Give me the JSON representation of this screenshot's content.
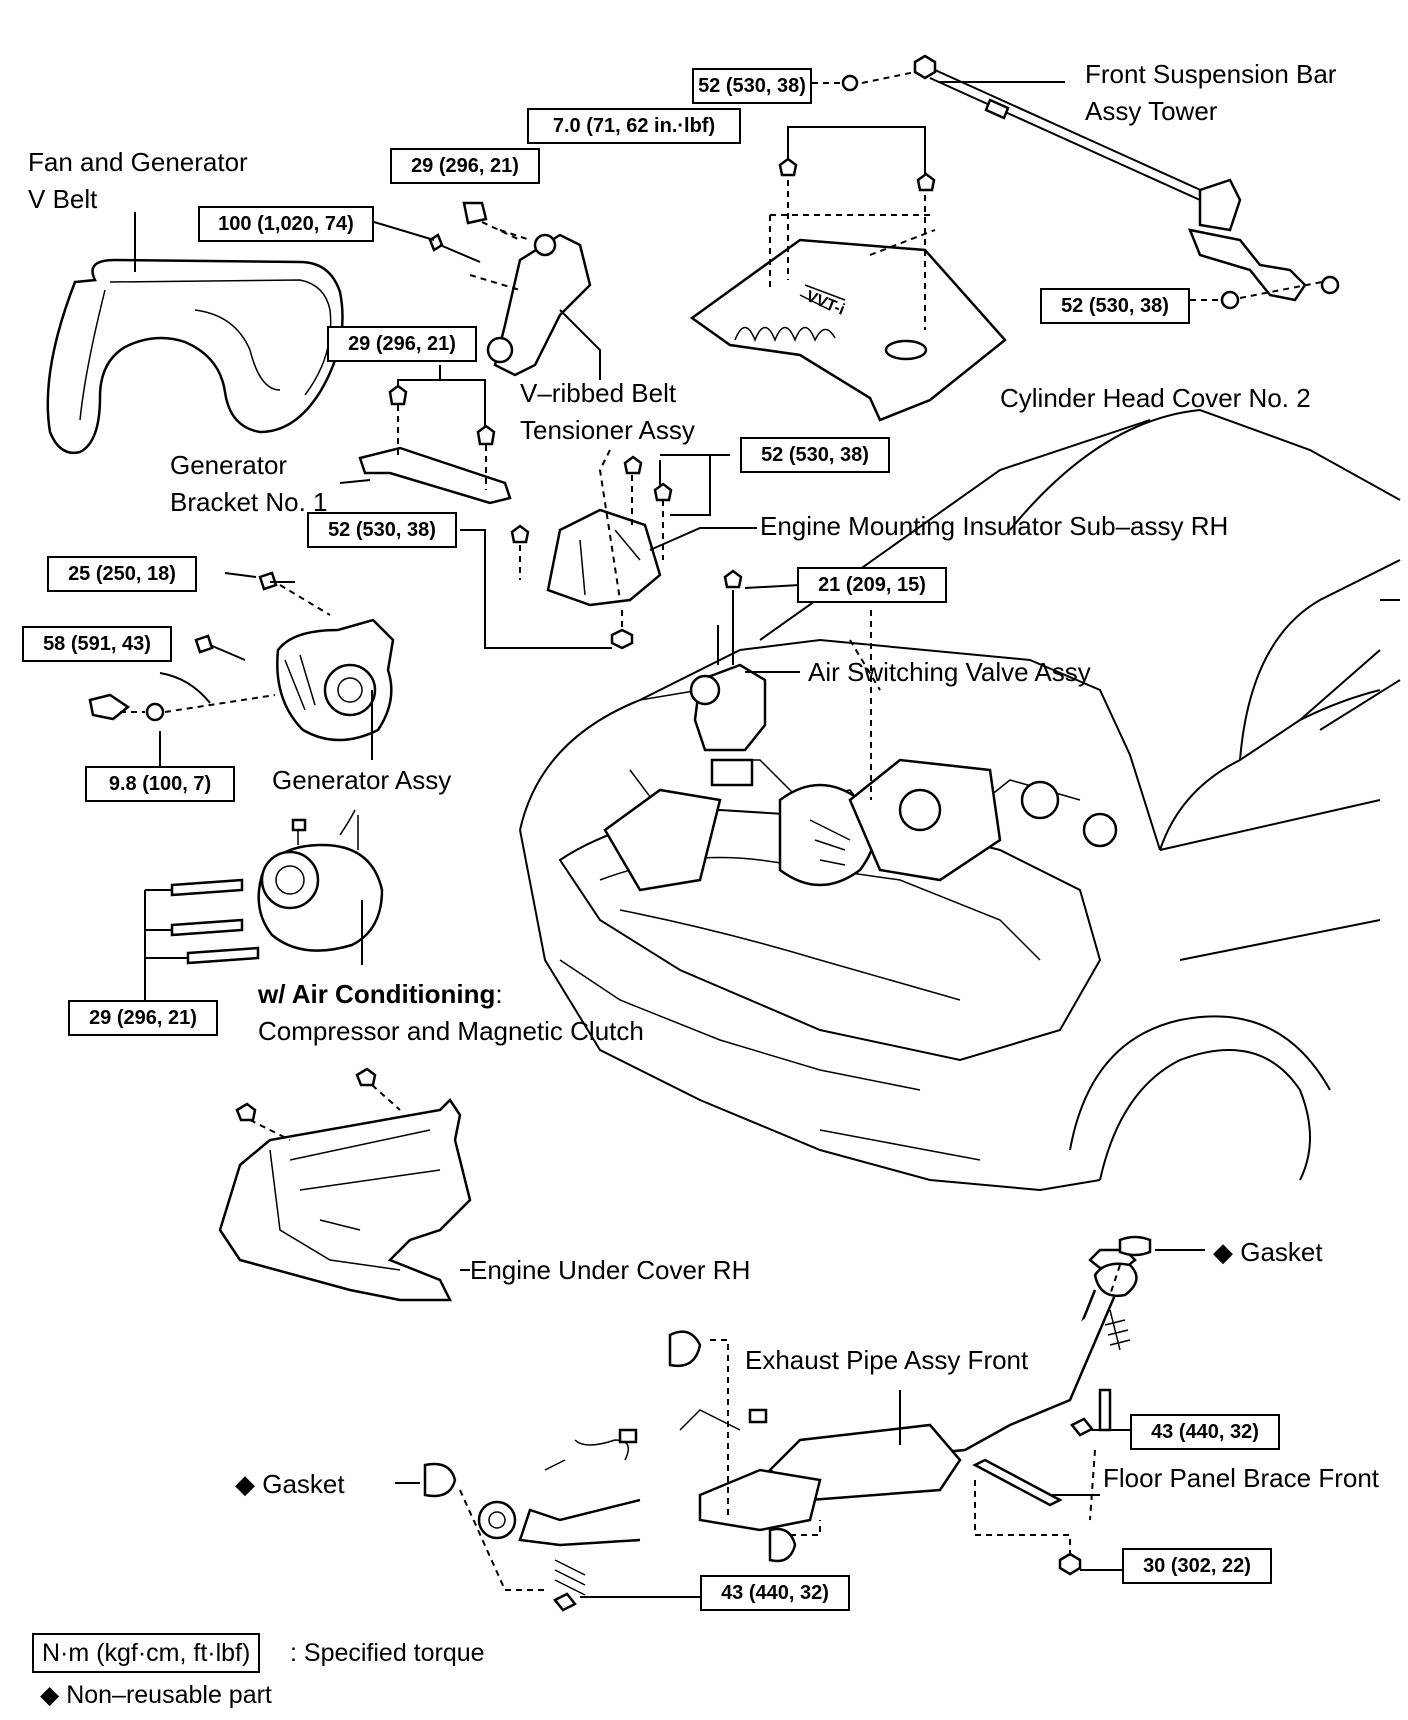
{
  "part_labels": {
    "front_suspension_bar_line1": "Front Suspension Bar",
    "front_suspension_bar_line2": "Assy Tower",
    "fan_generator_belt_line1": "Fan and Generator",
    "fan_generator_belt_line2": "V Belt",
    "v_ribbed_tensioner_line1": "V–ribbed Belt",
    "v_ribbed_tensioner_line2": "Tensioner Assy",
    "cylinder_head_cover": "Cylinder Head Cover No. 2",
    "generator_bracket_line1": "Generator",
    "generator_bracket_line2": "Bracket No. 1",
    "engine_mounting_insulator": "Engine Mounting Insulator Sub–assy RH",
    "air_switching_valve": "Air Switching Valve Assy",
    "generator_assy": "Generator Assy",
    "ac_prefix": "w/ Air Conditioning",
    "ac_colon": ":",
    "compressor_clutch": "Compressor and Magnetic Clutch",
    "engine_under_cover": "Engine Under Cover RH",
    "gasket_top": "Gasket",
    "gasket_left": "Gasket",
    "exhaust_pipe_front": "Exhaust Pipe Assy Front",
    "floor_panel_brace": "Floor Panel Brace Front"
  },
  "torque_specs": {
    "suspension_top": "52 (530, 38)",
    "head_cover_bolts": "7.0 (71, 62 in.·lbf)",
    "tensioner_nut": "29 (296, 21)",
    "tensioner_bolt": "100 (1,020, 74)",
    "bracket_bolts": "29 (296, 21)",
    "suspension_bottom": "52 (530, 38)",
    "mount_upper": "52 (530, 38)",
    "mount_lower": "52 (530, 38)",
    "gen_upper_bolt": "25 (250, 18)",
    "gen_lower_bolt": "58 (591, 43)",
    "valve_bolt": "21 (209, 15)",
    "gen_terminal_nut": "9.8 (100, 7)",
    "compressor_bolts": "29 (296, 21)",
    "exhaust_rear_bolt": "43 (440, 32)",
    "exhaust_front_bolt": "43 (440, 32)",
    "brace_bolt": "30 (302, 22)"
  },
  "legend": {
    "torque_unit": "N·m (kgf·cm, ft·lbf)",
    "torque_desc": ": Specified torque",
    "diamond": "◆",
    "non_reusable": "Non–reusable part"
  },
  "diamonds": {
    "gasket_top": "◆",
    "gasket_left": "◆"
  }
}
